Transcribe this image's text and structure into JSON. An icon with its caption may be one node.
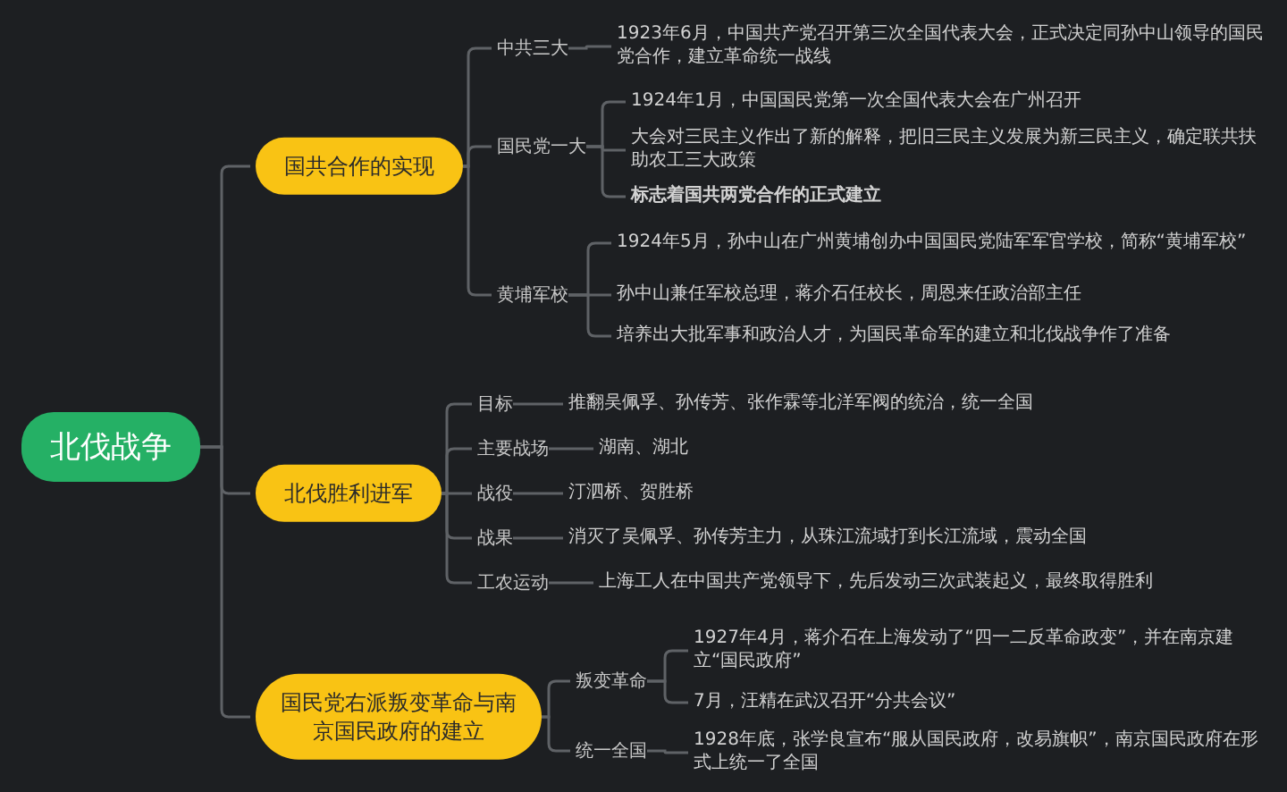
{
  "diagram": {
    "nodes": [
      {
        "text": [
          "北伐战争"
        ]
      },
      {
        "text": [
          "国共合作的实现"
        ]
      },
      {
        "text": [
          "中共三大"
        ]
      },
      {
        "text": [
          "1923年6月，中国共产党召开第三次全国代表大会，正式决定同孙中山领导的国民党合作，建立革命统一战线"
        ]
      },
      {
        "text": [
          "国民党一大"
        ]
      },
      {
        "text": [
          "1924年1月，中国国民党第一次全国代表大会在广州召开"
        ]
      },
      {
        "text": [
          "大会对三民主义作出了新的解释，把旧三民主义发展为新三民主义，确定联共扶助农工三大政策"
        ]
      },
      {
        "text": [
          "标志着国共两党合作的正式建立"
        ]
      },
      {
        "text": [
          "黄埔军校"
        ]
      },
      {
        "text": [
          "1924年5月，孙中山在广州黄埔创办中国国民党陆军军官学校，简称“黄埔军校”"
        ]
      },
      {
        "text": [
          "孙中山兼任军校总理，蒋介石任校长，周恩来任政治部主任"
        ]
      },
      {
        "text": [
          "培养出大批军事和政治人才，为国民革命军的建立和北伐战争作了准备"
        ]
      },
      {
        "text": [
          "北伐胜利进军"
        ]
      },
      {
        "text": [
          "目标"
        ]
      },
      {
        "text": [
          "推翻吴佩孚、孙传芳、张作霖等北洋军阀的统治，统一全国"
        ]
      },
      {
        "text": [
          "主要战场"
        ]
      },
      {
        "text": [
          "湖南、湖北"
        ]
      },
      {
        "text": [
          "战役"
        ]
      },
      {
        "text": [
          "汀泗桥、贺胜桥"
        ]
      },
      {
        "text": [
          "战果"
        ]
      },
      {
        "text": [
          "消灭了吴佩孚、孙传芳主力，从珠江流域打到长江流域，震动全国"
        ]
      },
      {
        "text": [
          "工农运动"
        ]
      },
      {
        "text": [
          "上海工人在中国共产党领导下，先后发动三次武装起义，最终取得胜利"
        ]
      },
      {
        "text": [
          "国民党右派叛变革命与南京国民政府的建立"
        ]
      },
      {
        "text": [
          "叛变革命"
        ]
      },
      {
        "text": [
          "1927年4月，蒋介石在上海发动了“四一二反革命政变”，并在南京建立“国民政府”"
        ]
      },
      {
        "text": [
          "7月，汪精在武汉召开“分共会议”"
        ]
      },
      {
        "text": [
          "统一全国"
        ]
      },
      {
        "text": [
          "1928年底，张学良宣布“服从国民政府，改易旗帜”，南京国民政府在形式上统一了全国"
        ]
      }
    ],
    "edges": [
      {
        "from": 0,
        "to": 1,
        "arrow": "none"
      },
      {
        "from": 0,
        "to": 12,
        "arrow": "none"
      },
      {
        "from": 0,
        "to": 23,
        "arrow": "none"
      },
      {
        "from": 1,
        "to": 2,
        "arrow": "none"
      },
      {
        "from": 1,
        "to": 4,
        "arrow": "none"
      },
      {
        "from": 1,
        "to": 8,
        "arrow": "none"
      },
      {
        "from": 2,
        "to": 3,
        "arrow": "none"
      },
      {
        "from": 4,
        "to": 5,
        "arrow": "none"
      },
      {
        "from": 4,
        "to": 6,
        "arrow": "none"
      },
      {
        "from": 4,
        "to": 7,
        "arrow": "none"
      },
      {
        "from": 8,
        "to": 9,
        "arrow": "none"
      },
      {
        "from": 8,
        "to": 10,
        "arrow": "none"
      },
      {
        "from": 8,
        "to": 11,
        "arrow": "none"
      },
      {
        "from": 12,
        "to": 13,
        "arrow": "none"
      },
      {
        "from": 12,
        "to": 15,
        "arrow": "none"
      },
      {
        "from": 12,
        "to": 17,
        "arrow": "none"
      },
      {
        "from": 12,
        "to": 19,
        "arrow": "none"
      },
      {
        "from": 12,
        "to": 21,
        "arrow": "none"
      },
      {
        "from": 13,
        "to": 14,
        "arrow": "none"
      },
      {
        "from": 15,
        "to": 16,
        "arrow": "none"
      },
      {
        "from": 17,
        "to": 18,
        "arrow": "none"
      },
      {
        "from": 19,
        "to": 20,
        "arrow": "none"
      },
      {
        "from": 21,
        "to": 22,
        "arrow": "none"
      },
      {
        "from": 23,
        "to": 24,
        "arrow": "none"
      },
      {
        "from": 23,
        "to": 27,
        "arrow": "none"
      },
      {
        "from": 24,
        "to": 25,
        "arrow": "none"
      },
      {
        "from": 24,
        "to": 26,
        "arrow": "none"
      },
      {
        "from": 27,
        "to": 28,
        "arrow": "none"
      }
    ]
  }
}
